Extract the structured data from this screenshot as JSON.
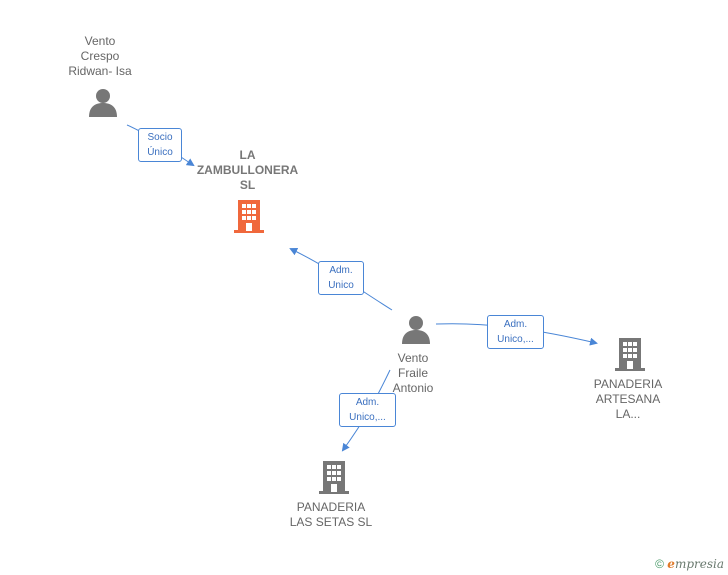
{
  "nodes": {
    "person1": {
      "name_lines": [
        "Vento",
        "Crespo",
        "Ridwan-  Isa"
      ],
      "icon": "person-icon"
    },
    "company_main": {
      "name_lines": [
        "LA",
        "ZAMBULLONERA",
        "SL"
      ],
      "icon": "building-icon",
      "color": "#f0683c"
    },
    "person2": {
      "name_lines": [
        "Vento",
        "Fraile",
        "Antonio"
      ],
      "icon": "person-icon"
    },
    "company2": {
      "name_lines": [
        "PANADERIA",
        "ARTESANA",
        "LA..."
      ],
      "icon": "building-icon",
      "color": "#777777"
    },
    "company3": {
      "name_lines": [
        "PANADERIA",
        "LAS SETAS  SL"
      ],
      "icon": "building-icon",
      "color": "#777777"
    }
  },
  "edges": {
    "e1": {
      "label_lines": [
        "Socio",
        "Único"
      ]
    },
    "e2": {
      "label_lines": [
        "Adm.",
        "Unico"
      ]
    },
    "e3": {
      "label_lines": [
        "Adm.",
        "Unico,..."
      ]
    },
    "e4": {
      "label_lines": [
        "Adm.",
        "Unico,..."
      ]
    }
  },
  "colors": {
    "edge": "#4a86d6",
    "person": "#777777",
    "main_company": "#f0683c",
    "company": "#777777"
  },
  "footer": {
    "copyright": "©",
    "brand_initial": "e",
    "brand_rest": "mpresia"
  }
}
